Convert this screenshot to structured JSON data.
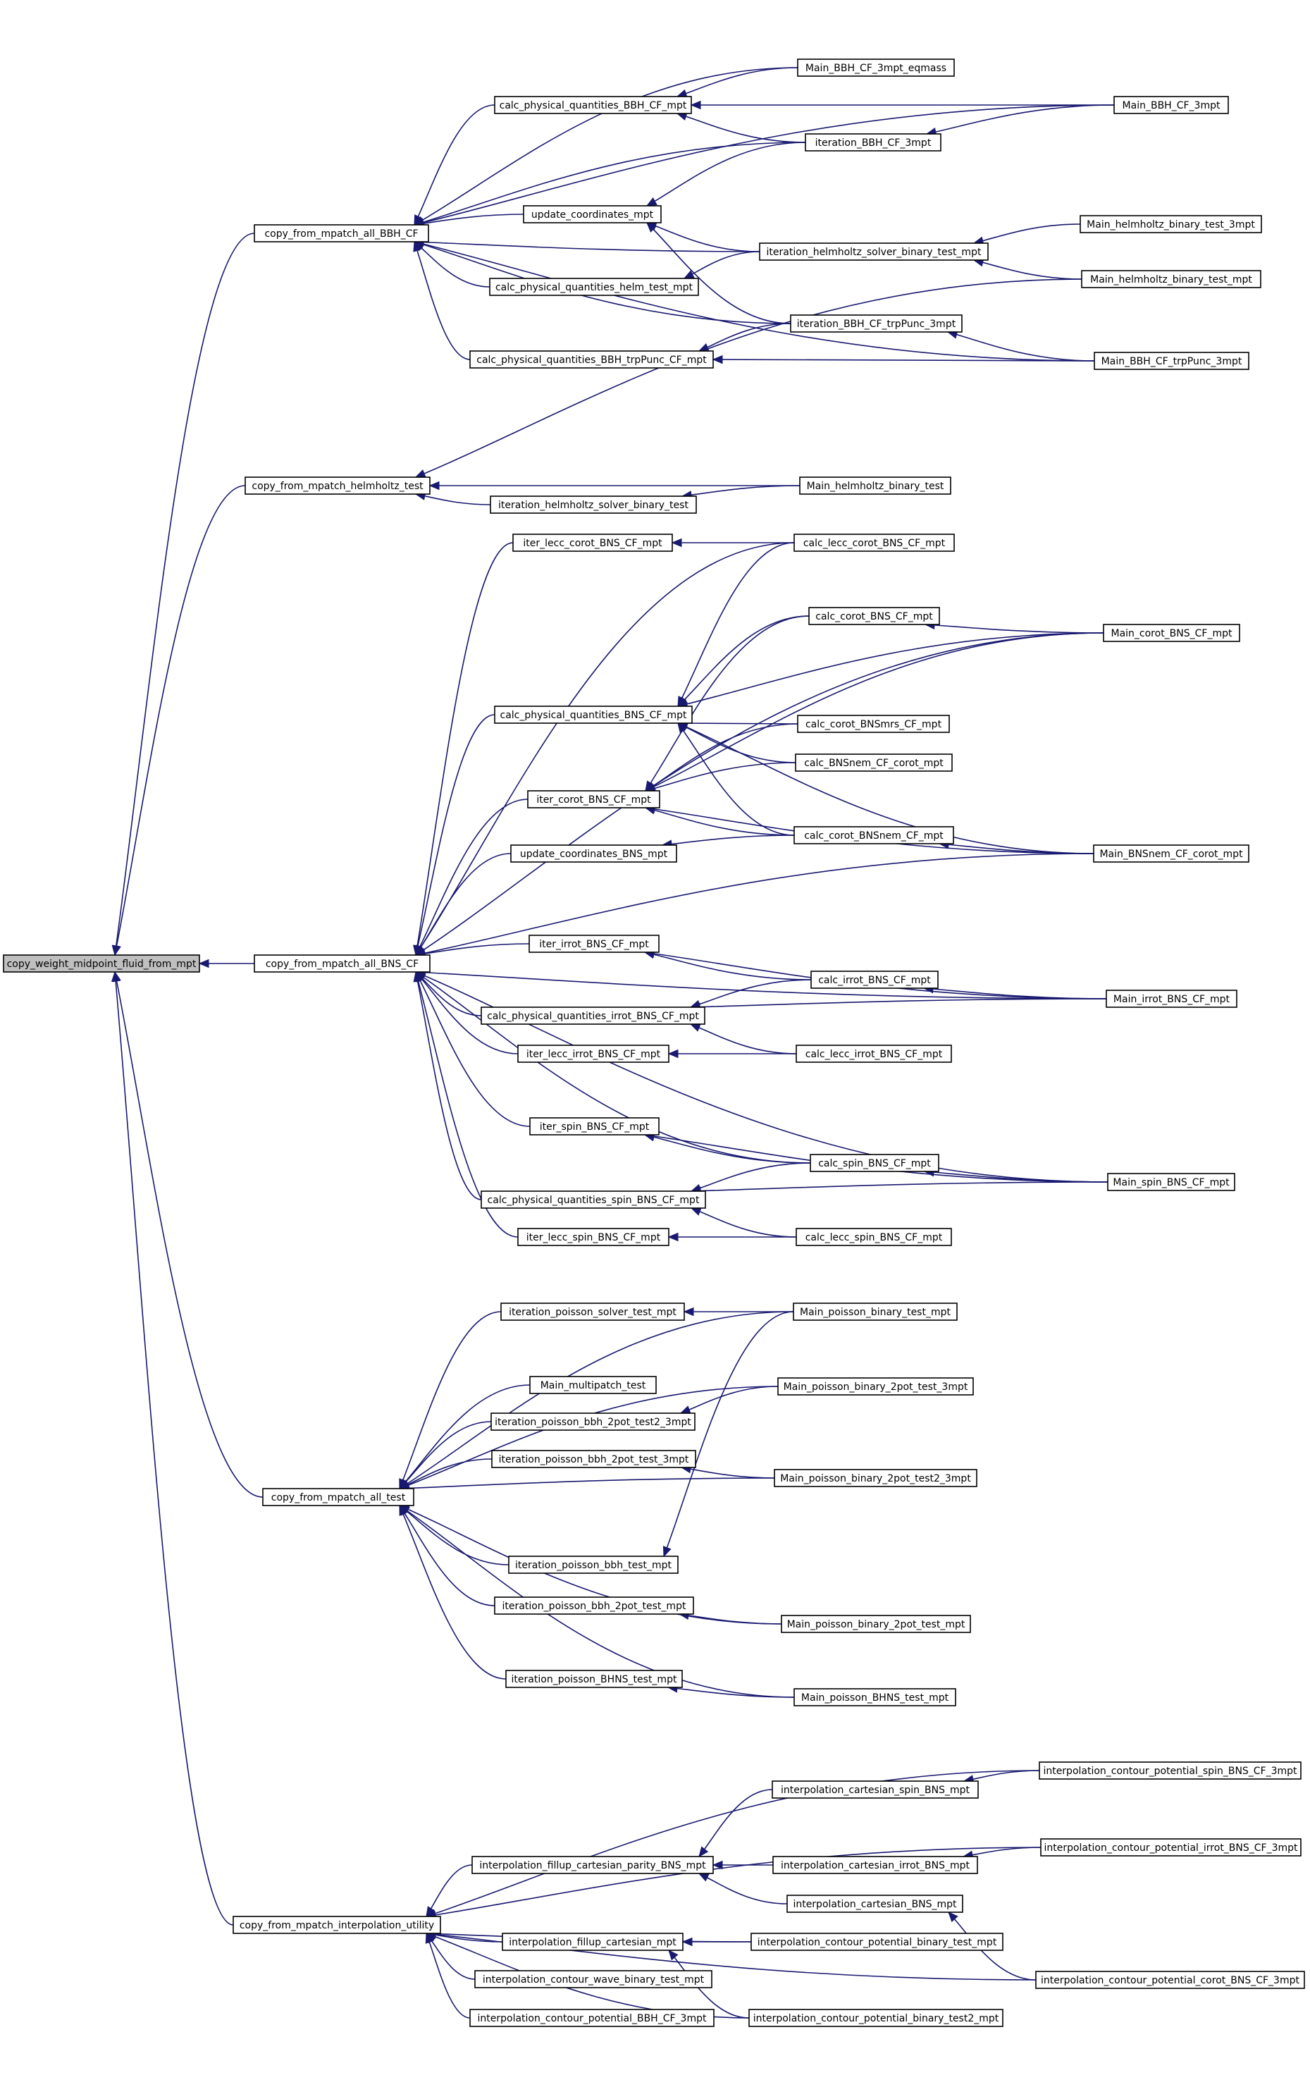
{
  "diagram": {
    "nodes": [
      {
        "id": "root",
        "label": "copy_weight_midpoint_fluid_from_mpt"
      },
      {
        "id": "bbh",
        "label": "copy_from_mpatch_all_BBH_CF"
      },
      {
        "id": "helm",
        "label": "copy_from_mpatch_helmholtz_test"
      },
      {
        "id": "bns",
        "label": "copy_from_mpatch_all_BNS_CF"
      },
      {
        "id": "test",
        "label": "copy_from_mpatch_all_test"
      },
      {
        "id": "interp",
        "label": "copy_from_mpatch_interpolation_utility"
      },
      {
        "id": "cpq_bbh",
        "label": "calc_physical_quantities_BBH_CF_mpt"
      },
      {
        "id": "upd",
        "label": "update_coordinates_mpt"
      },
      {
        "id": "cpq_helm",
        "label": "calc_physical_quantities_helm_test_mpt"
      },
      {
        "id": "cpq_bbhtp",
        "label": "calc_physical_quantities_BBH_trpPunc_CF_mpt"
      },
      {
        "id": "m_bbh_eq",
        "label": "Main_BBH_CF_3mpt_eqmass"
      },
      {
        "id": "it_bbh3",
        "label": "iteration_BBH_CF_3mpt"
      },
      {
        "id": "it_helm_bin",
        "label": "iteration_helmholtz_solver_binary_test_mpt"
      },
      {
        "id": "it_bbhtp",
        "label": "iteration_BBH_CF_trpPunc_3mpt"
      },
      {
        "id": "m_bbh3",
        "label": "Main_BBH_CF_3mpt"
      },
      {
        "id": "m_helm3",
        "label": "Main_helmholtz_binary_test_3mpt"
      },
      {
        "id": "m_helmmpt",
        "label": "Main_helmholtz_binary_test_mpt"
      },
      {
        "id": "m_bbhtp",
        "label": "Main_BBH_CF_trpPunc_3mpt"
      },
      {
        "id": "it_helm_bt",
        "label": "iteration_helmholtz_solver_binary_test"
      },
      {
        "id": "m_helm_bt",
        "label": "Main_helmholtz_binary_test"
      },
      {
        "id": "it_lecc_corot",
        "label": "iter_lecc_corot_BNS_CF_mpt"
      },
      {
        "id": "cpq_bns",
        "label": "calc_physical_quantities_BNS_CF_mpt"
      },
      {
        "id": "it_corot",
        "label": "iter_corot_BNS_CF_mpt"
      },
      {
        "id": "upd_bns",
        "label": "update_coordinates_BNS_mpt"
      },
      {
        "id": "it_irrot",
        "label": "iter_irrot_BNS_CF_mpt"
      },
      {
        "id": "cpq_irrot",
        "label": "calc_physical_quantities_irrot_BNS_CF_mpt"
      },
      {
        "id": "it_lecc_irrot",
        "label": "iter_lecc_irrot_BNS_CF_mpt"
      },
      {
        "id": "it_spin",
        "label": "iter_spin_BNS_CF_mpt"
      },
      {
        "id": "cpq_spin",
        "label": "calc_physical_quantities_spin_BNS_CF_mpt"
      },
      {
        "id": "it_lecc_spin",
        "label": "iter_lecc_spin_BNS_CF_mpt"
      },
      {
        "id": "c_lecc_corot",
        "label": "calc_lecc_corot_BNS_CF_mpt"
      },
      {
        "id": "c_corot",
        "label": "calc_corot_BNS_CF_mpt"
      },
      {
        "id": "c_corot_mrs",
        "label": "calc_corot_BNSmrs_CF_mpt"
      },
      {
        "id": "c_bnsnem",
        "label": "calc_BNSnem_CF_corot_mpt"
      },
      {
        "id": "c_corot_nem",
        "label": "calc_corot_BNSnem_CF_mpt"
      },
      {
        "id": "c_irrot",
        "label": "calc_irrot_BNS_CF_mpt"
      },
      {
        "id": "c_lecc_irrot",
        "label": "calc_lecc_irrot_BNS_CF_mpt"
      },
      {
        "id": "c_spin",
        "label": "calc_spin_BNS_CF_mpt"
      },
      {
        "id": "c_lecc_spin",
        "label": "calc_lecc_spin_BNS_CF_mpt"
      },
      {
        "id": "m_corot",
        "label": "Main_corot_BNS_CF_mpt"
      },
      {
        "id": "m_bnsnem",
        "label": "Main_BNSnem_CF_corot_mpt"
      },
      {
        "id": "m_irrot",
        "label": "Main_irrot_BNS_CF_mpt"
      },
      {
        "id": "m_spin",
        "label": "Main_spin_BNS_CF_mpt"
      },
      {
        "id": "it_pois_sol",
        "label": "iteration_poisson_solver_test_mpt"
      },
      {
        "id": "m_multi",
        "label": "Main_multipatch_test"
      },
      {
        "id": "it_pb2t2",
        "label": "iteration_poisson_bbh_2pot_test2_3mpt"
      },
      {
        "id": "it_pb2t3",
        "label": "iteration_poisson_bbh_2pot_test_3mpt"
      },
      {
        "id": "it_pbt",
        "label": "iteration_poisson_bbh_test_mpt"
      },
      {
        "id": "it_pb2",
        "label": "iteration_poisson_bbh_2pot_test_mpt"
      },
      {
        "id": "it_pbhns",
        "label": "iteration_poisson_BHNS_test_mpt"
      },
      {
        "id": "m_pbt",
        "label": "Main_poisson_binary_test_mpt"
      },
      {
        "id": "m_pb2t3",
        "label": "Main_poisson_binary_2pot_test_3mpt"
      },
      {
        "id": "m_pb2t2",
        "label": "Main_poisson_binary_2pot_test2_3mpt"
      },
      {
        "id": "m_pb2",
        "label": "Main_poisson_binary_2pot_test_mpt"
      },
      {
        "id": "m_pbhns",
        "label": "Main_poisson_BHNS_test_mpt"
      },
      {
        "id": "i_fill_par",
        "label": "interpolation_fillup_cartesian_parity_BNS_mpt"
      },
      {
        "id": "i_fill",
        "label": "interpolation_fillup_cartesian_mpt"
      },
      {
        "id": "i_wave",
        "label": "interpolation_contour_wave_binary_test_mpt"
      },
      {
        "id": "i_pot_bbh",
        "label": "interpolation_contour_potential_BBH_CF_3mpt"
      },
      {
        "id": "i_cart_spin",
        "label": "interpolation_cartesian_spin_BNS_mpt"
      },
      {
        "id": "i_cart_irrot",
        "label": "interpolation_cartesian_irrot_BNS_mpt"
      },
      {
        "id": "i_cart_bns",
        "label": "interpolation_cartesian_BNS_mpt"
      },
      {
        "id": "i_pot_bin",
        "label": "interpolation_contour_potential_binary_test_mpt"
      },
      {
        "id": "i_pot_bin2",
        "label": "interpolation_contour_potential_binary_test2_mpt"
      },
      {
        "id": "i_pot_spin",
        "label": "interpolation_contour_potential_spin_BNS_CF_3mpt"
      },
      {
        "id": "i_pot_irrot",
        "label": "interpolation_contour_potential_irrot_BNS_CF_3mpt"
      },
      {
        "id": "i_pot_corot",
        "label": "interpolation_contour_potential_corot_BNS_CF_3mpt"
      }
    ],
    "edges": [
      [
        "bbh",
        "root"
      ],
      [
        "helm",
        "root"
      ],
      [
        "bns",
        "root"
      ],
      [
        "test",
        "root"
      ],
      [
        "interp",
        "root"
      ],
      [
        "cpq_bbh",
        "bbh"
      ],
      [
        "upd",
        "bbh"
      ],
      [
        "cpq_helm",
        "bbh"
      ],
      [
        "cpq_bbhtp",
        "bbh"
      ],
      [
        "m_bbh_eq",
        "bbh"
      ],
      [
        "it_bbh3",
        "bbh"
      ],
      [
        "it_helm_bin",
        "bbh"
      ],
      [
        "it_bbhtp",
        "bbh"
      ],
      [
        "m_bbh3",
        "bbh"
      ],
      [
        "m_bbhtp",
        "bbh"
      ],
      [
        "m_bbh_eq",
        "cpq_bbh"
      ],
      [
        "it_bbh3",
        "cpq_bbh"
      ],
      [
        "m_bbh3",
        "cpq_bbh"
      ],
      [
        "m_bbh3",
        "it_bbh3"
      ],
      [
        "it_bbh3",
        "upd"
      ],
      [
        "it_helm_bin",
        "upd"
      ],
      [
        "it_bbhtp",
        "upd"
      ],
      [
        "it_helm_bin",
        "cpq_helm"
      ],
      [
        "m_helm3",
        "it_helm_bin"
      ],
      [
        "m_helmmpt",
        "it_helm_bin"
      ],
      [
        "it_bbhtp",
        "cpq_bbhtp"
      ],
      [
        "m_bbhtp",
        "cpq_bbhtp"
      ],
      [
        "m_bbhtp",
        "it_bbhtp"
      ],
      [
        "it_helm_bt",
        "helm"
      ],
      [
        "m_helm_bt",
        "helm"
      ],
      [
        "m_helmmpt",
        "helm"
      ],
      [
        "m_helm_bt",
        "it_helm_bt"
      ],
      [
        "it_lecc_corot",
        "bns"
      ],
      [
        "c_lecc_corot",
        "bns"
      ],
      [
        "m_corot",
        "bns"
      ],
      [
        "cpq_bns",
        "bns"
      ],
      [
        "it_corot",
        "bns"
      ],
      [
        "upd_bns",
        "bns"
      ],
      [
        "m_bnsnem",
        "bns"
      ],
      [
        "it_irrot",
        "bns"
      ],
      [
        "cpq_irrot",
        "bns"
      ],
      [
        "it_lecc_irrot",
        "bns"
      ],
      [
        "m_irrot",
        "bns"
      ],
      [
        "it_spin",
        "bns"
      ],
      [
        "c_spin",
        "bns"
      ],
      [
        "cpq_spin",
        "bns"
      ],
      [
        "it_lecc_spin",
        "bns"
      ],
      [
        "m_spin",
        "bns"
      ],
      [
        "c_lecc_corot",
        "it_lecc_corot"
      ],
      [
        "c_lecc_corot",
        "cpq_bns"
      ],
      [
        "c_corot",
        "cpq_bns"
      ],
      [
        "m_corot",
        "cpq_bns"
      ],
      [
        "c_corot_mrs",
        "cpq_bns"
      ],
      [
        "c_bnsnem",
        "cpq_bns"
      ],
      [
        "c_corot_nem",
        "cpq_bns"
      ],
      [
        "m_bnsnem",
        "cpq_bns"
      ],
      [
        "m_corot",
        "c_corot"
      ],
      [
        "c_corot",
        "it_corot"
      ],
      [
        "c_corot_mrs",
        "it_corot"
      ],
      [
        "c_bnsnem",
        "it_corot"
      ],
      [
        "c_corot_nem",
        "it_corot"
      ],
      [
        "m_corot",
        "it_corot"
      ],
      [
        "m_bnsnem",
        "it_corot"
      ],
      [
        "c_corot_nem",
        "upd_bns"
      ],
      [
        "m_bnsnem",
        "c_corot_nem"
      ],
      [
        "c_irrot",
        "it_irrot"
      ],
      [
        "m_irrot",
        "it_irrot"
      ],
      [
        "c_irrot",
        "cpq_irrot"
      ],
      [
        "m_irrot",
        "cpq_irrot"
      ],
      [
        "c_lecc_irrot",
        "cpq_irrot"
      ],
      [
        "m_irrot",
        "c_irrot"
      ],
      [
        "c_lecc_irrot",
        "it_lecc_irrot"
      ],
      [
        "c_spin",
        "it_spin"
      ],
      [
        "m_spin",
        "it_spin"
      ],
      [
        "c_spin",
        "cpq_spin"
      ],
      [
        "m_spin",
        "cpq_spin"
      ],
      [
        "c_lecc_spin",
        "cpq_spin"
      ],
      [
        "m_spin",
        "c_spin"
      ],
      [
        "c_lecc_spin",
        "it_lecc_spin"
      ],
      [
        "it_pois_sol",
        "test"
      ],
      [
        "m_pb2t3",
        "test"
      ],
      [
        "m_multi",
        "test"
      ],
      [
        "it_pb2t2",
        "test"
      ],
      [
        "it_pb2t3",
        "test"
      ],
      [
        "m_pb2t2",
        "test"
      ],
      [
        "m_pbt",
        "test"
      ],
      [
        "it_pbt",
        "test"
      ],
      [
        "it_pb2",
        "test"
      ],
      [
        "m_pb2",
        "test"
      ],
      [
        "it_pbhns",
        "test"
      ],
      [
        "m_pbhns",
        "test"
      ],
      [
        "m_pbt",
        "it_pois_sol"
      ],
      [
        "m_pb2t3",
        "it_pb2t2"
      ],
      [
        "m_pb2t2",
        "it_pb2t3"
      ],
      [
        "m_pbt",
        "it_pbt"
      ],
      [
        "m_pb2",
        "it_pb2"
      ],
      [
        "m_pbhns",
        "it_pbhns"
      ],
      [
        "i_pot_spin",
        "interp"
      ],
      [
        "i_pot_irrot",
        "interp"
      ],
      [
        "i_fill_par",
        "interp"
      ],
      [
        "i_fill",
        "interp"
      ],
      [
        "i_pot_bin",
        "interp"
      ],
      [
        "i_wave",
        "interp"
      ],
      [
        "i_pot_bbh",
        "interp"
      ],
      [
        "i_pot_bin2",
        "interp"
      ],
      [
        "i_pot_corot",
        "interp"
      ],
      [
        "i_cart_spin",
        "i_fill_par"
      ],
      [
        "i_cart_irrot",
        "i_fill_par"
      ],
      [
        "i_cart_bns",
        "i_fill_par"
      ],
      [
        "i_pot_bin",
        "i_fill"
      ],
      [
        "i_pot_bin2",
        "i_fill"
      ],
      [
        "i_pot_spin",
        "i_cart_spin"
      ],
      [
        "i_pot_irrot",
        "i_cart_irrot"
      ],
      [
        "i_pot_corot",
        "i_cart_bns"
      ]
    ],
    "colors": {
      "edge": "#191970",
      "root_fill": "#bfbfbf",
      "node_fill": "#ffffff",
      "node_stroke": "#000000"
    }
  }
}
